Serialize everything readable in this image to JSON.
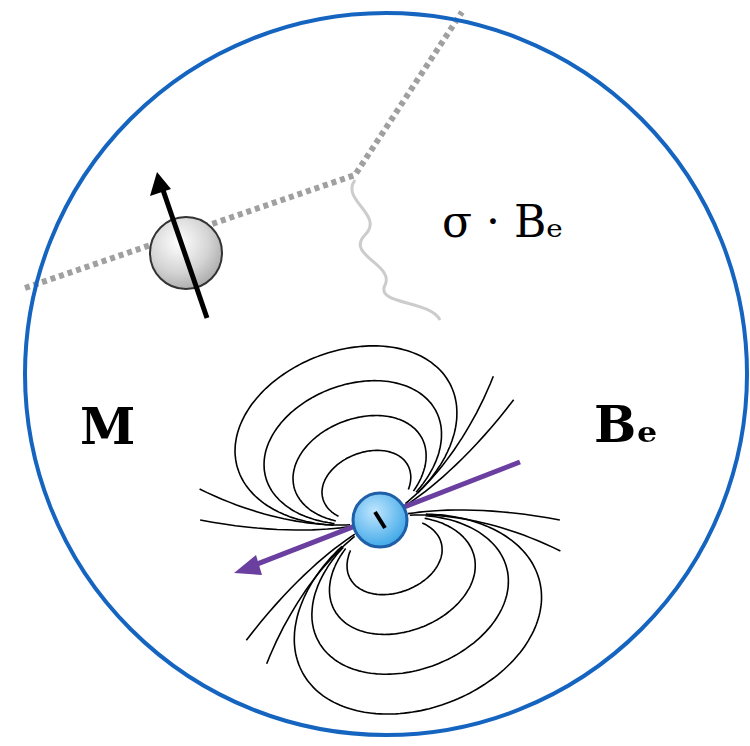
{
  "diagram": {
    "nodes": [
      {
        "text": [
          "σ · Bₑ",
          "M",
          "Bₑ"
        ]
      }
    ]
  }
}
